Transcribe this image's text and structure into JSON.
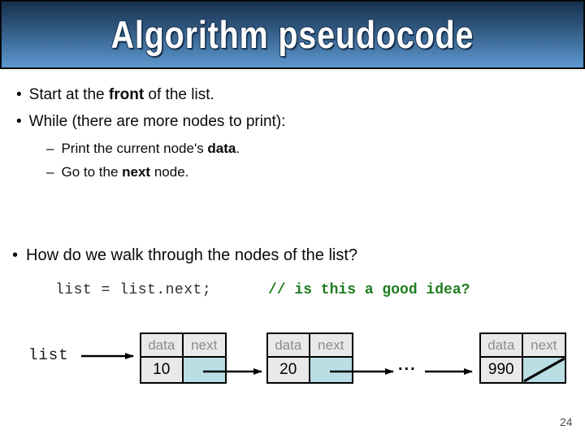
{
  "slide": {
    "title": "Algorithm pseudocode",
    "page_number": "24"
  },
  "bullets": {
    "bullet_char": "•",
    "dash_char": "–",
    "item1": {
      "pre": "Start at the ",
      "bold": "front",
      "post": " of the list."
    },
    "item2": {
      "pre": "While (there are more nodes to print):",
      "bold": "",
      "post": ""
    },
    "sub1": {
      "pre": "Print the current node's ",
      "bold": "data",
      "post": "."
    },
    "sub2": {
      "pre": "Go to the ",
      "bold": "next",
      "post": " node."
    },
    "item3": {
      "pre": "How do we walk through the nodes of the list?",
      "bold": "",
      "post": ""
    }
  },
  "code": {
    "statement": "list = list.next;",
    "comment": "// is this a good idea?",
    "comment_color": "#1e7d1e"
  },
  "diagram": {
    "pointer_label": "list",
    "col_data": "data",
    "col_next": "next",
    "ellipsis": "...",
    "nodes": [
      {
        "data": "10",
        "next": "pointer"
      },
      {
        "data": "20",
        "next": "pointer"
      },
      {
        "data": "990",
        "next": "null"
      }
    ]
  },
  "colors": {
    "banner_top": "#17314e",
    "banner_bottom": "#5d99d0",
    "cell_gray": "#e9e9e9",
    "cell_blue": "#b9dee3",
    "header_text": "#8c8c8c",
    "comment_green": "#1e7d1e"
  }
}
